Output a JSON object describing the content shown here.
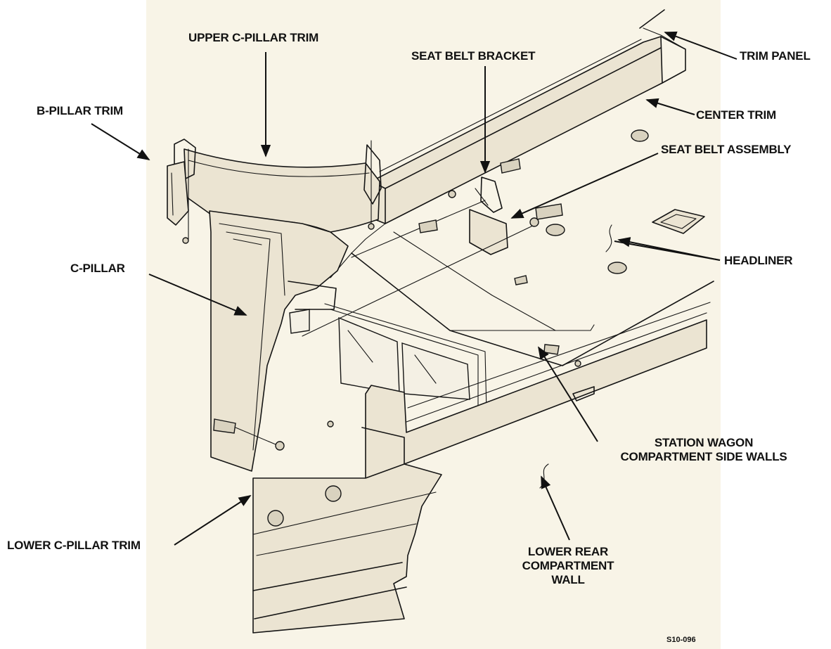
{
  "labels": {
    "upper_c_pillar_trim": "UPPER C-PILLAR TRIM",
    "seat_belt_bracket": "SEAT BELT BRACKET",
    "trim_panel": "TRIM PANEL",
    "b_pillar_trim": "B-PILLAR TRIM",
    "center_trim": "CENTER TRIM",
    "seat_belt_assembly": "SEAT BELT ASSEMBLY",
    "headliner": "HEADLINER",
    "c_pillar": "C-PILLAR",
    "station_wagon_line1": "STATION WAGON",
    "station_wagon_line2": "COMPARTMENT SIDE WALLS",
    "lower_c_pillar_trim": "LOWER C-PILLAR TRIM",
    "lower_rear_line1": "LOWER REAR",
    "lower_rear_line2": "COMPARTMENT",
    "lower_rear_line3": "WALL"
  },
  "figure_code": "S10-096",
  "colors": {
    "ink": "#111111",
    "paper": "#f8f4e7",
    "panel_fill": "#ebe4d2"
  }
}
